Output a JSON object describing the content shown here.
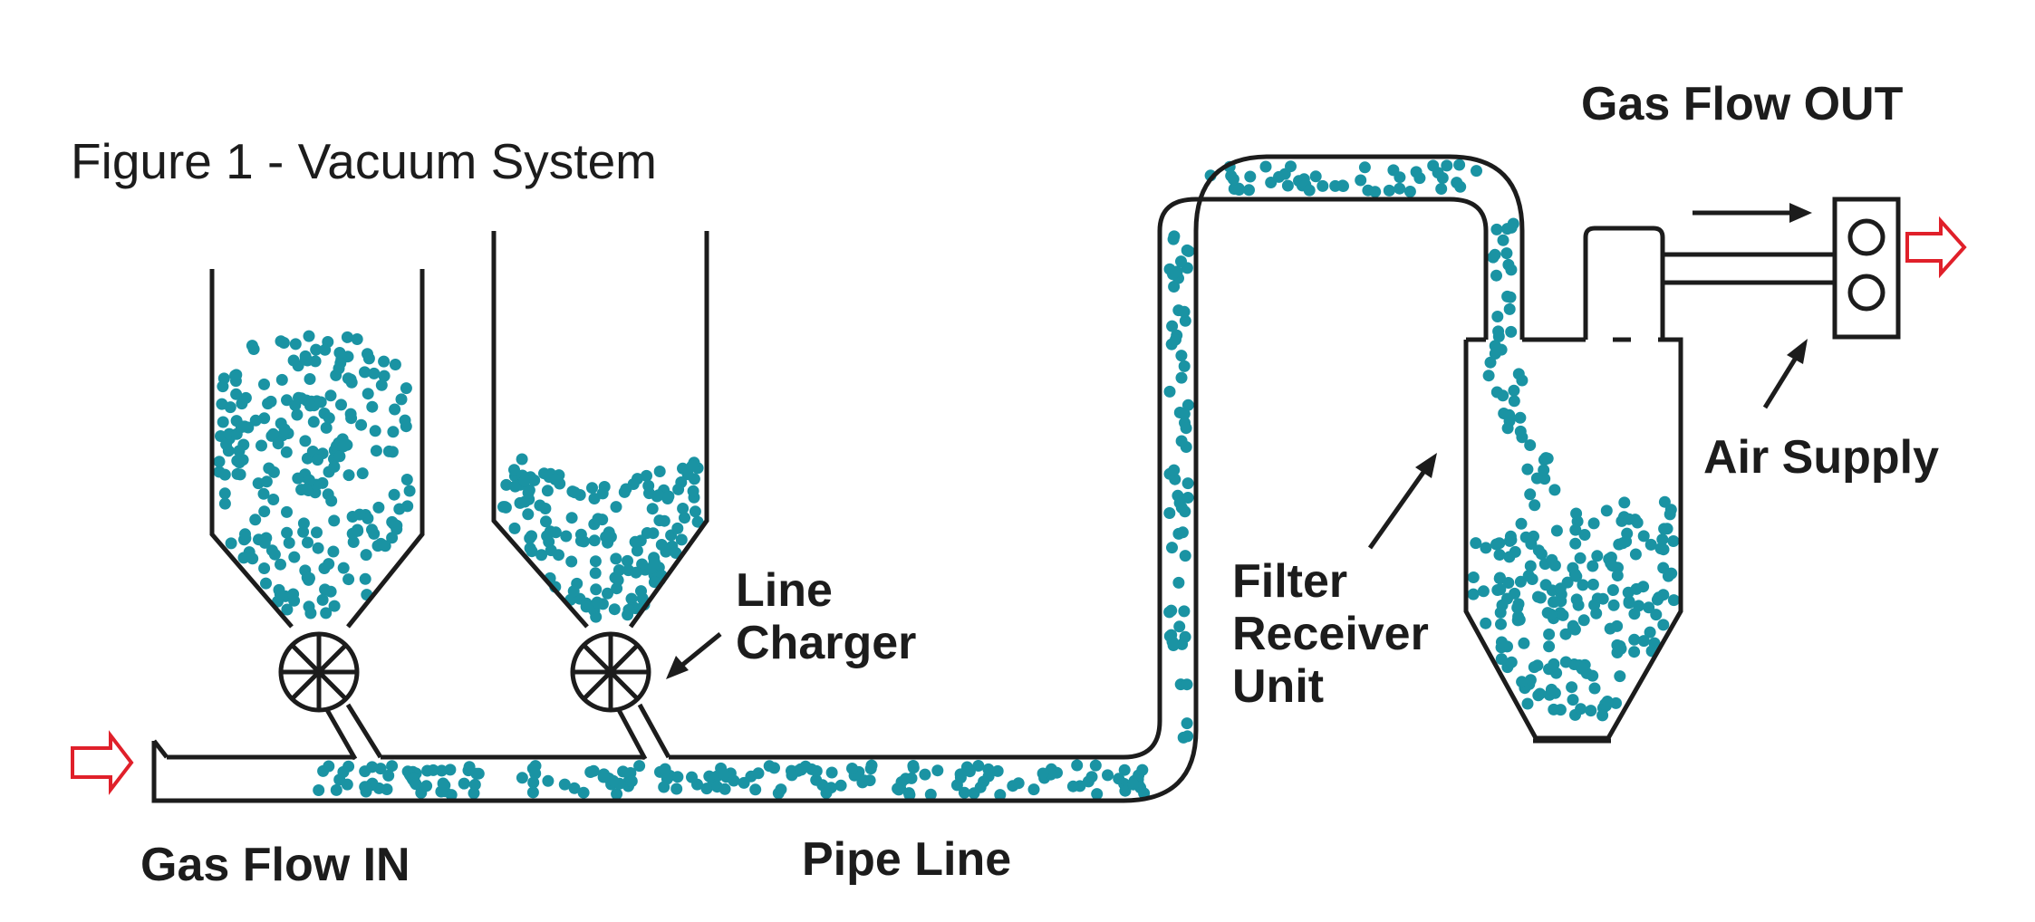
{
  "figure_title": "Figure 1 - Vacuum System",
  "labels": {
    "gas_flow_out": "Gas Flow OUT",
    "air_supply": "Air Supply",
    "line_charger_1": "Line",
    "line_charger_2": "Charger",
    "filter_receiver_1": "Filter",
    "filter_receiver_2": "Receiver",
    "filter_receiver_3": "Unit",
    "gas_flow_in": "Gas Flow IN",
    "pipe_line": "Pipe Line"
  },
  "colors": {
    "line": "#1c1c1c",
    "particle": "#1a93a3",
    "flow_arrow": "#e0202a"
  }
}
